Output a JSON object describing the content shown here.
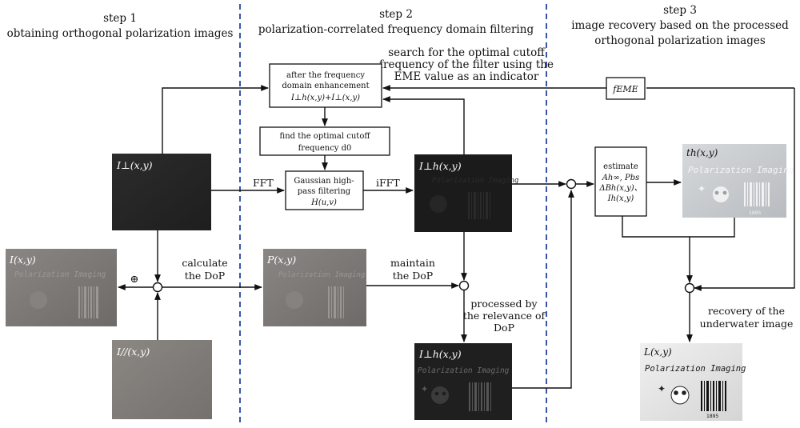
{
  "steps": [
    {
      "title": "step 1",
      "subtitle": "obtaining orthogonal polarization images"
    },
    {
      "title": "step 2",
      "subtitle": "polarization-correlated frequency domain filtering"
    },
    {
      "title": "step 3",
      "subtitle": "image recovery based on the processed",
      "subtitle2": "orthogonal polarization images"
    }
  ],
  "boxes": {
    "enhancement": [
      "after the frequency",
      "domain enhancement",
      "I⊥h(x,y)+I⊥(x,y)"
    ],
    "cutoff": [
      "find the optimal cutoff",
      "frequency d0"
    ],
    "gaussian": [
      "Gaussian high-",
      "pass filtering",
      "H(u,v)"
    ],
    "estimate": [
      "estimate",
      "Ah∞, Pbs",
      "ΔBh(x,y)、",
      "Ih(x,y)"
    ],
    "feme": "fEME"
  },
  "labels": {
    "search": [
      "search for the optimal cutoff",
      "frequency of the filter using the",
      "EME value as an indicator"
    ],
    "fft": "FFT",
    "ifft": "iFFT",
    "calculate": [
      "calculate",
      "the DoP"
    ],
    "maintain": [
      "maintain",
      "the DoP"
    ],
    "processed": [
      "processed by",
      "the relevance of",
      "DoP"
    ],
    "recovery": [
      "recovery of the",
      "underwater image"
    ],
    "oplus": "⊕"
  },
  "images": {
    "i_perp": {
      "label": "I⊥(x,y)",
      "text": ""
    },
    "i_perp_h": {
      "label": "I⊥h(x,y)",
      "text": "Polarization Imaging"
    },
    "t_h": {
      "label": "th(x,y)",
      "text": "Polarization Imaging"
    },
    "i_total": {
      "label": "I(x,y)",
      "text": "Polarization Imaging"
    },
    "p_dop": {
      "label": "P(x,y)",
      "text": "Polarization Imaging"
    },
    "i_par": {
      "label": "I//(x,y)",
      "text": ""
    },
    "i_perp_h2": {
      "label": "I⊥h(x,y)",
      "text": "Polarization Imaging"
    },
    "l_out": {
      "label": "L(x,y)",
      "text": "Polarization Imaging"
    },
    "barcode_number": "1895"
  }
}
